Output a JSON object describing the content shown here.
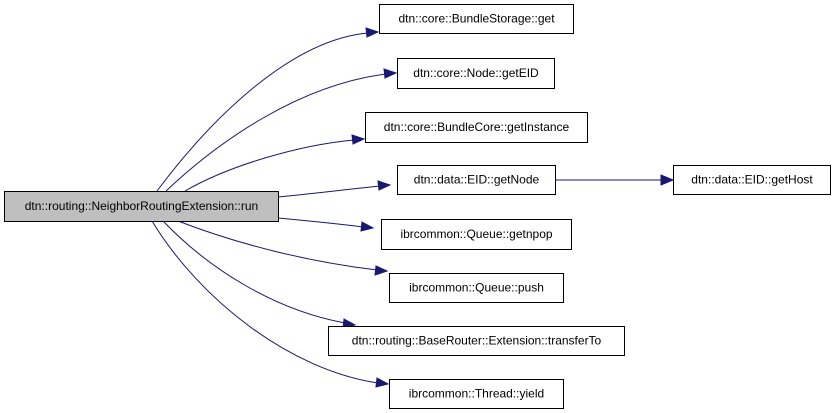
{
  "diagram": {
    "edge_color": "#191970",
    "root_fill": "#bfbfbf",
    "root": {
      "id": "run",
      "label": "dtn::routing::NeighborRoutingExtension::run"
    },
    "nodes": [
      {
        "id": "bundlestorage-get",
        "label": "dtn::core::BundleStorage::get"
      },
      {
        "id": "node-geteid",
        "label": "dtn::core::Node::getEID"
      },
      {
        "id": "bundlecore-getinstance",
        "label": "dtn::core::BundleCore::getInstance"
      },
      {
        "id": "eid-getnode",
        "label": "dtn::data::EID::getNode"
      },
      {
        "id": "eid-gethost",
        "label": "dtn::data::EID::getHost"
      },
      {
        "id": "queue-getnpop",
        "label": "ibrcommon::Queue::getnpop"
      },
      {
        "id": "queue-push",
        "label": "ibrcommon::Queue::push"
      },
      {
        "id": "extension-transferto",
        "label": "dtn::routing::BaseRouter::Extension::transferTo"
      },
      {
        "id": "thread-yield",
        "label": "ibrcommon::Thread::yield"
      }
    ],
    "edges": [
      {
        "from": "run",
        "to": "bundlestorage-get"
      },
      {
        "from": "run",
        "to": "node-geteid"
      },
      {
        "from": "run",
        "to": "bundlecore-getinstance"
      },
      {
        "from": "run",
        "to": "eid-getnode"
      },
      {
        "from": "run",
        "to": "queue-getnpop"
      },
      {
        "from": "run",
        "to": "queue-push"
      },
      {
        "from": "run",
        "to": "extension-transferto"
      },
      {
        "from": "run",
        "to": "thread-yield"
      },
      {
        "from": "eid-getnode",
        "to": "eid-gethost"
      }
    ]
  }
}
